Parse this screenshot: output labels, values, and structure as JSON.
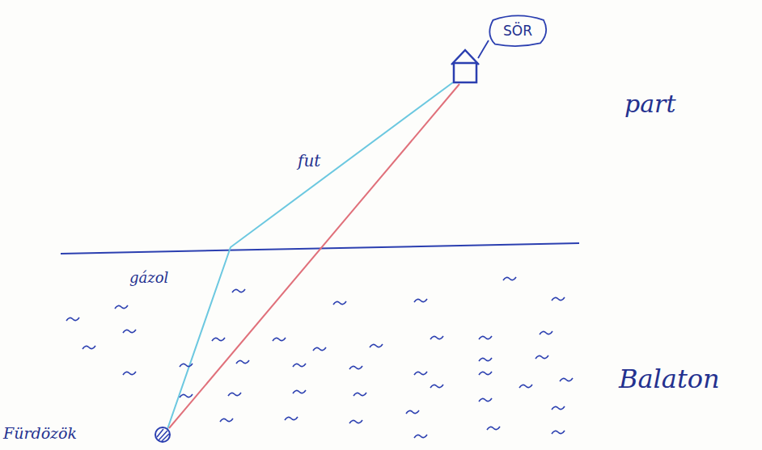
{
  "diagram": {
    "nodes": [
      {
        "text": [
          "SÖR"
        ]
      }
    ],
    "labels": [
      "fut",
      "gázol",
      "part",
      "Balaton",
      "Fürdözök"
    ]
  }
}
